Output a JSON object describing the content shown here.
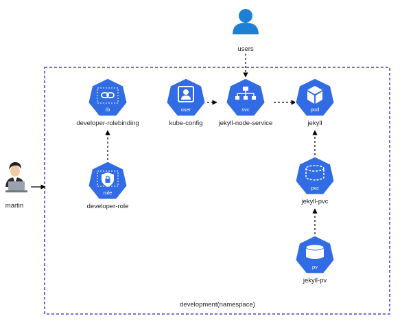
{
  "colors": {
    "node": "#326ce5",
    "namespace_border": "#1a1ad4",
    "arrow": "#000000",
    "user": "#1f7fd2"
  },
  "namespace": {
    "label": "development(namespace)"
  },
  "nodes": {
    "users": {
      "label": "users",
      "icon": "user-icon"
    },
    "martin": {
      "label": "martin",
      "icon": "person-at-laptop-icon"
    },
    "rb": {
      "label": "developer-rolebinding",
      "sublabel": "rb",
      "icon": "link-icon"
    },
    "role": {
      "label": "developer-role",
      "sublabel": "role",
      "icon": "shield-lock-icon"
    },
    "user": {
      "label": "kube-config",
      "sublabel": "user",
      "icon": "id-card-icon"
    },
    "svc": {
      "label": "jekyll-node-service",
      "sublabel": "svc",
      "icon": "network-tree-icon"
    },
    "pod": {
      "label": "jekyll",
      "sublabel": "pod",
      "icon": "cube-icon"
    },
    "pvc": {
      "label": "jekyll-pvc",
      "sublabel": "pvc",
      "icon": "dashed-cylinder-icon"
    },
    "pv": {
      "label": "jekyll-pv",
      "sublabel": "pv",
      "icon": "cylinder-icon"
    }
  }
}
